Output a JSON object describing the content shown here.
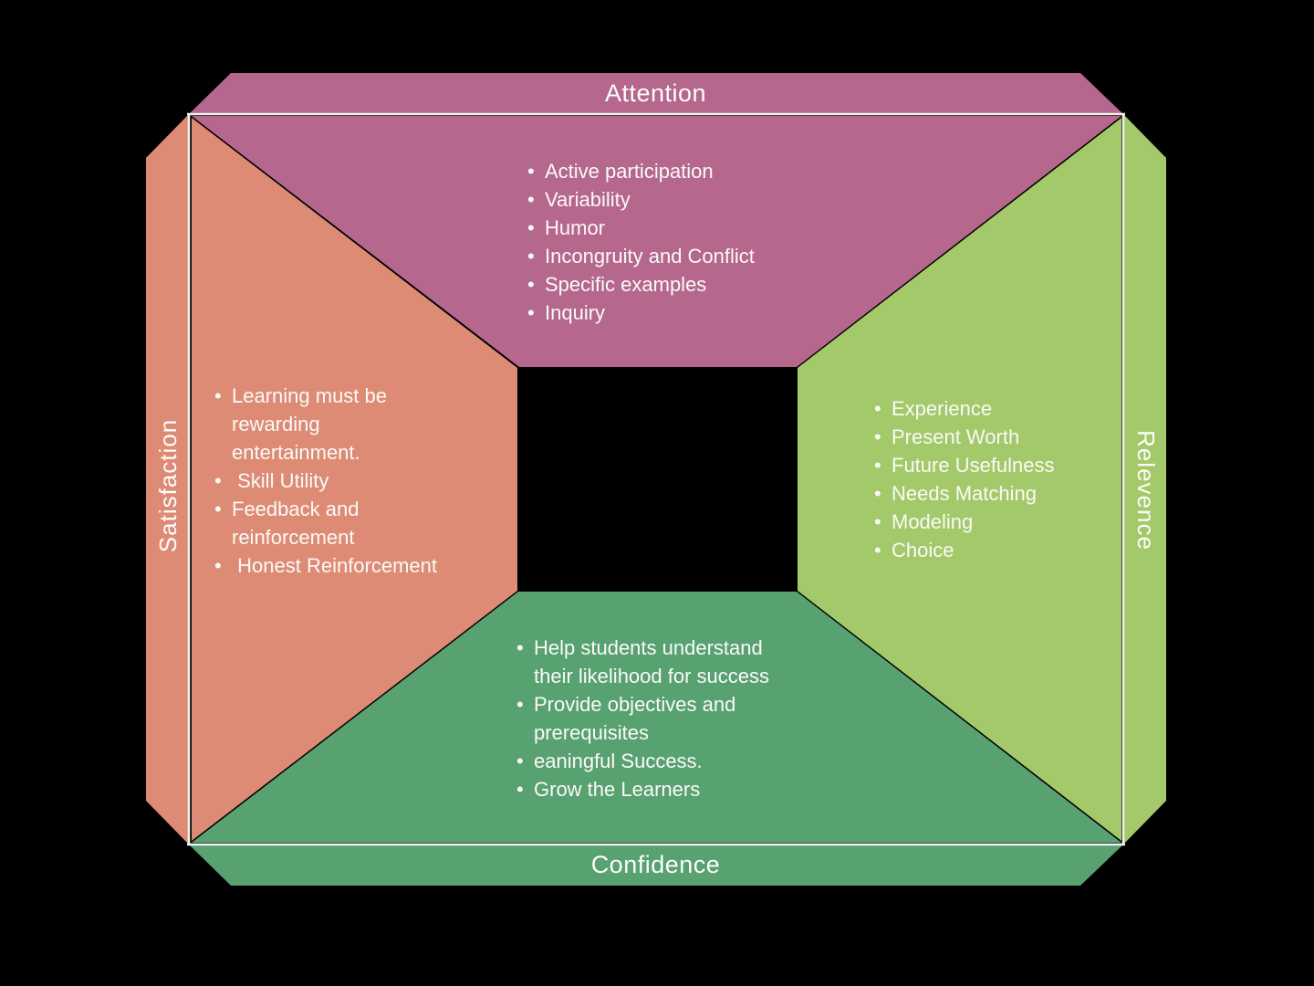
{
  "diagram": {
    "description": "ARCS model four-panel frame diagram"
  },
  "colors": {
    "background": "#000000",
    "frame_line": "#f5f4ef",
    "text": "#fafaf7",
    "attention": "#b5678e",
    "relevance": "#a3c96a",
    "confidence": "#58a171",
    "satisfaction": "#de8b76"
  },
  "panels": {
    "top": {
      "title": "Attention",
      "color": "#b5678e",
      "items": [
        "Active participation",
        "Variability",
        "Humor",
        "Incongruity and Conflict",
        "Specific examples",
        "Inquiry"
      ]
    },
    "right": {
      "title": "Relevence",
      "color": "#a3c96a",
      "items": [
        "Experience",
        "Present Worth",
        "Future Usefulness",
        "Needs Matching",
        "Modeling",
        "Choice"
      ]
    },
    "bottom": {
      "title": "Confidence",
      "color": "#58a171",
      "items": [
        "Help students understand their likelihood for success",
        "Provide objectives and prerequisites",
        "eaningful Success.",
        "Grow the Learners"
      ]
    },
    "left": {
      "title": "Satisfaction",
      "color": "#de8b76",
      "items": [
        "Learning must be rewarding entertainment.",
        " Skill Utility",
        "Feedback and reinforcement",
        " Honest Reinforcement"
      ]
    }
  }
}
